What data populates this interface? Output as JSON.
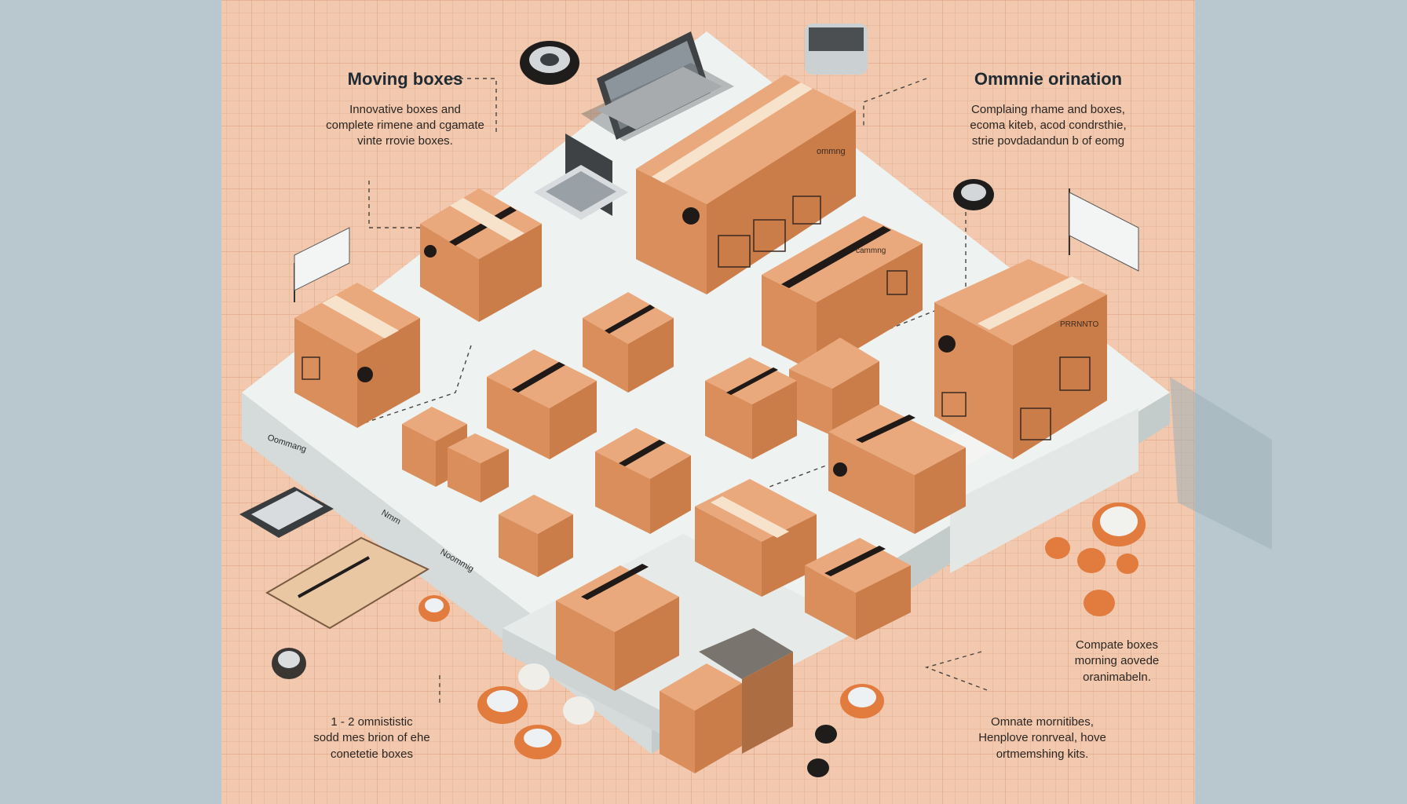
{
  "captions": {
    "top_left": {
      "heading": "Moving boxes",
      "lines": [
        "Innovative boxes and",
        "complete rimene and cgamate",
        "vinte rrovie boxes."
      ]
    },
    "top_right": {
      "heading": "Ommnie orination",
      "lines": [
        "Complaing rhame and boxes,",
        "ecoma kiteb, acod condrsthie,",
        "strie povdadandun b of eomg"
      ]
    },
    "mid_right": {
      "lines": [
        "Compate boxes",
        "morning aovede",
        "oranimabeln."
      ]
    },
    "bottom_left": {
      "lines": [
        "1 - 2 omnististic",
        "sodd mes brion of ehe",
        "conetetie boxes"
      ]
    },
    "bottom_right": {
      "lines": [
        "Omnate mornitibes,",
        "Henplove ronrveal, hove",
        "ortmemshing kits."
      ]
    }
  },
  "box_labels": {
    "big_box": "ommng",
    "right_box": "PRRNNTO",
    "mid_box": "cammng",
    "platform_side_1": "Oommang",
    "platform_side_2": "Nmm",
    "platform_side_3": "Noommig"
  },
  "colors": {
    "background_side": "#b9c8cf",
    "grid_paper": "#f2c9ae",
    "grid_line": "#e6b396",
    "cardboard_top": "#e9a679",
    "cardboard_left": "#d98c5a",
    "cardboard_right": "#c97a48",
    "tape": "#f6dfc6",
    "platform_top": "#e9eeee",
    "platform_side": "#cfd6d6"
  }
}
